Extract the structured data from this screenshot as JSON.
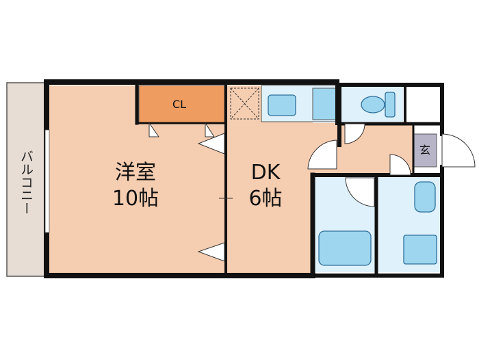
{
  "rooms": {
    "western": {
      "name": "洋室",
      "size": "10帖"
    },
    "dk": {
      "name": "DK",
      "size": "6帖"
    },
    "closet": {
      "label": "CL"
    },
    "entrance": {
      "label": "玄"
    },
    "balcony": {
      "label": "バルコニー"
    }
  },
  "colors": {
    "room": "#f5cdb0",
    "closet": "#ef9c60",
    "balcony": "#e7ddd5",
    "wet": "#dff1fb",
    "fixture": "#9fd6ef",
    "entrance": "#b8b4c8",
    "wall": "#111111"
  }
}
